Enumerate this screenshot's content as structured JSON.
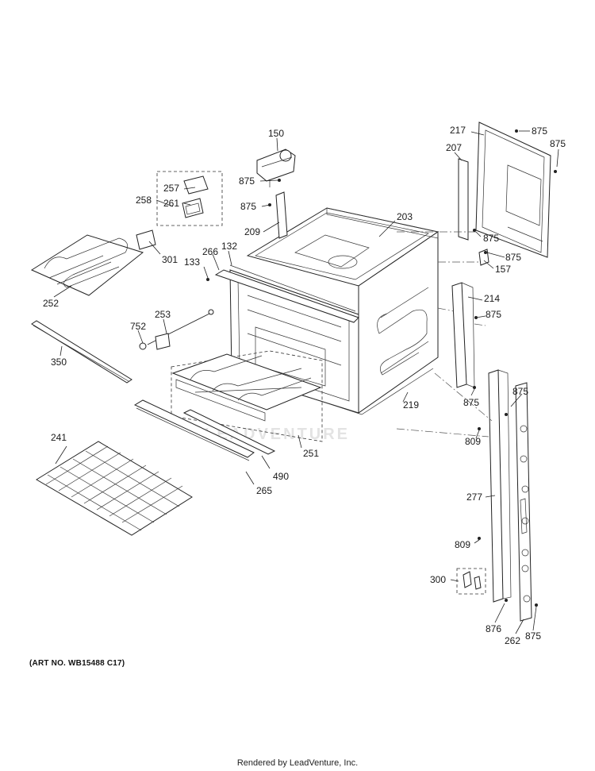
{
  "art_number": "(ART NO. WB15488 C17)",
  "footer": "Rendered by LeadVenture, Inc.",
  "watermark": "LEADVENTURE",
  "callouts": [
    {
      "id": "c150",
      "text": "150"
    },
    {
      "id": "c875a",
      "text": "875"
    },
    {
      "id": "c257",
      "text": "257"
    },
    {
      "id": "c258",
      "text": "258"
    },
    {
      "id": "c261",
      "text": "261"
    },
    {
      "id": "c875b",
      "text": "875"
    },
    {
      "id": "c209",
      "text": "209"
    },
    {
      "id": "c203",
      "text": "203"
    },
    {
      "id": "c217",
      "text": "217"
    },
    {
      "id": "c875c",
      "text": "875"
    },
    {
      "id": "c875d",
      "text": "875"
    },
    {
      "id": "c207",
      "text": "207"
    },
    {
      "id": "c875e",
      "text": "875"
    },
    {
      "id": "c875f",
      "text": "875"
    },
    {
      "id": "c157",
      "text": "157"
    },
    {
      "id": "c301",
      "text": "301"
    },
    {
      "id": "c266",
      "text": "266"
    },
    {
      "id": "c132",
      "text": "132"
    },
    {
      "id": "c133",
      "text": "133"
    },
    {
      "id": "c252",
      "text": "252"
    },
    {
      "id": "c253",
      "text": "253"
    },
    {
      "id": "c752",
      "text": "752"
    },
    {
      "id": "c214",
      "text": "214"
    },
    {
      "id": "c875g",
      "text": "875"
    },
    {
      "id": "c350",
      "text": "350"
    },
    {
      "id": "c219",
      "text": "219"
    },
    {
      "id": "c875h",
      "text": "875"
    },
    {
      "id": "c875i",
      "text": "875"
    },
    {
      "id": "c809a",
      "text": "809"
    },
    {
      "id": "c251",
      "text": "251"
    },
    {
      "id": "c241",
      "text": "241"
    },
    {
      "id": "c490",
      "text": "490"
    },
    {
      "id": "c265",
      "text": "265"
    },
    {
      "id": "c277",
      "text": "277"
    },
    {
      "id": "c809b",
      "text": "809"
    },
    {
      "id": "c300",
      "text": "300"
    },
    {
      "id": "c876",
      "text": "876"
    },
    {
      "id": "c262",
      "text": "262"
    },
    {
      "id": "c875j",
      "text": "875"
    }
  ]
}
